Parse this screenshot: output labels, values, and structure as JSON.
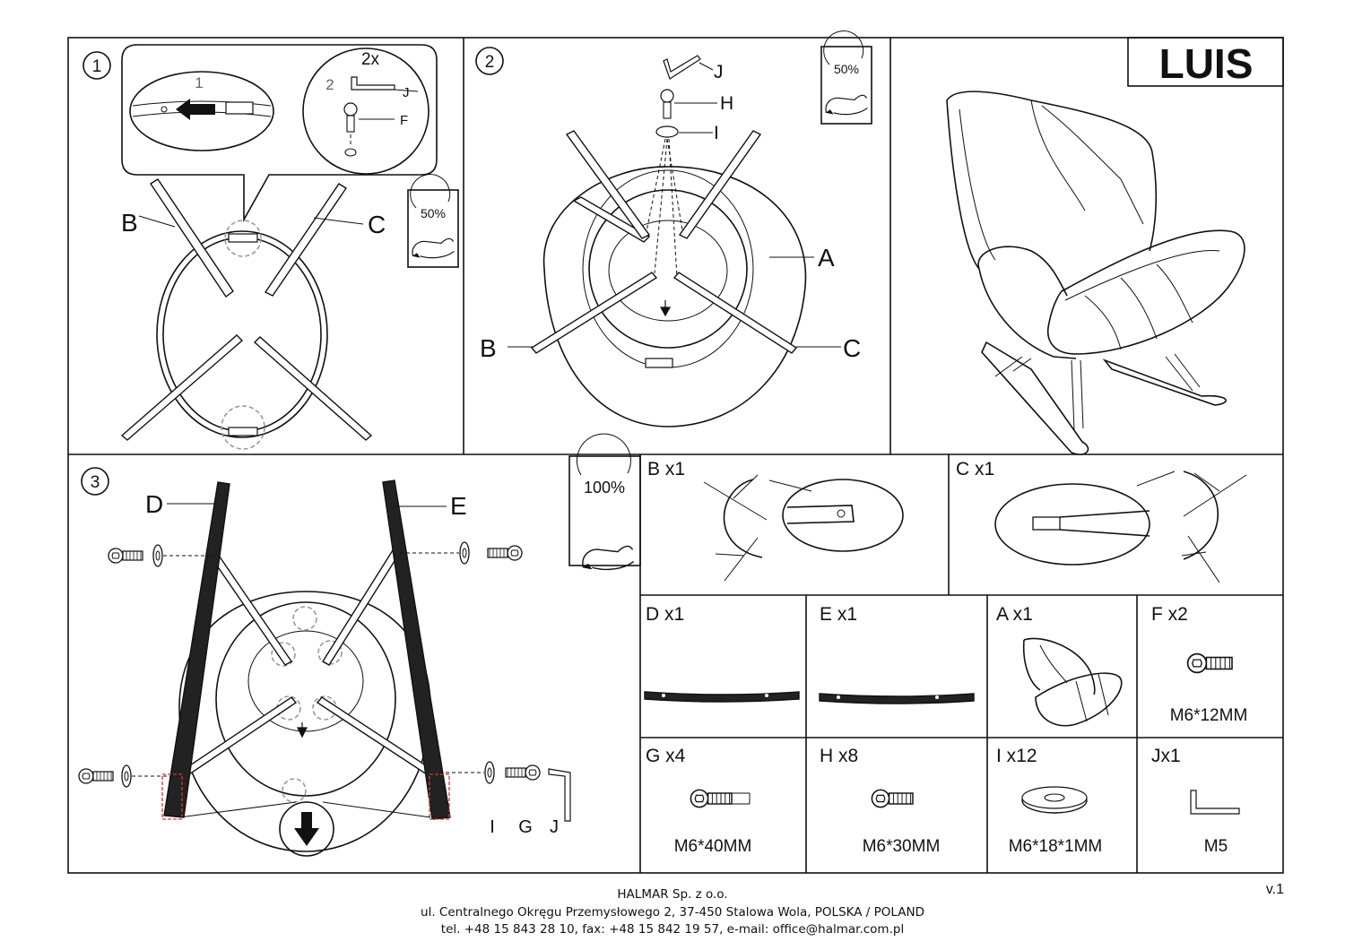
{
  "product": {
    "title": "LUIS"
  },
  "steps": [
    {
      "number": "1",
      "percent": "50%"
    },
    {
      "number": "2",
      "percent": "50%"
    },
    {
      "number": "3",
      "percent": "100%"
    }
  ],
  "step1": {
    "callouts": {
      "b": "B",
      "c": "C"
    },
    "zoom": {
      "count": "2x",
      "sub1": "1",
      "sub2": "2",
      "j": "J",
      "f": "F"
    }
  },
  "step2": {
    "callouts": {
      "j": "J",
      "h": "H",
      "i": "I",
      "a": "A",
      "b": "B",
      "c": "C"
    }
  },
  "step3": {
    "callouts": {
      "d": "D",
      "e": "E",
      "i": "I",
      "g": "G",
      "j": "J"
    }
  },
  "parts": [
    {
      "label": "B x1",
      "spec": ""
    },
    {
      "label": "C x1",
      "spec": ""
    },
    {
      "label": "D x1",
      "spec": ""
    },
    {
      "label": "E x1",
      "spec": ""
    },
    {
      "label": "A x1",
      "spec": ""
    },
    {
      "label": "F x2",
      "spec": "M6*12MM"
    },
    {
      "label": "G x4",
      "spec": "M6*40MM"
    },
    {
      "label": "H x8",
      "spec": "M6*30MM"
    },
    {
      "label": "I x12",
      "spec": "M6*18*1MM"
    },
    {
      "label": "Jx1",
      "spec": "M5"
    }
  ],
  "footer": {
    "company": "HALMAR Sp. z o.o.",
    "address": "ul. Centralnego Okręgu Przemysłowego 2, 37-450 Stalowa Wola, POLSKA / POLAND",
    "contact": "tel. +48 15 843 28 10, fax: +48 15 842 19 57, e-mail: office@halmar.com.pl",
    "version": "v.1"
  },
  "colors": {
    "ink": "#111111",
    "highlight": "#d23a3a",
    "zoomDash": "#999999"
  }
}
